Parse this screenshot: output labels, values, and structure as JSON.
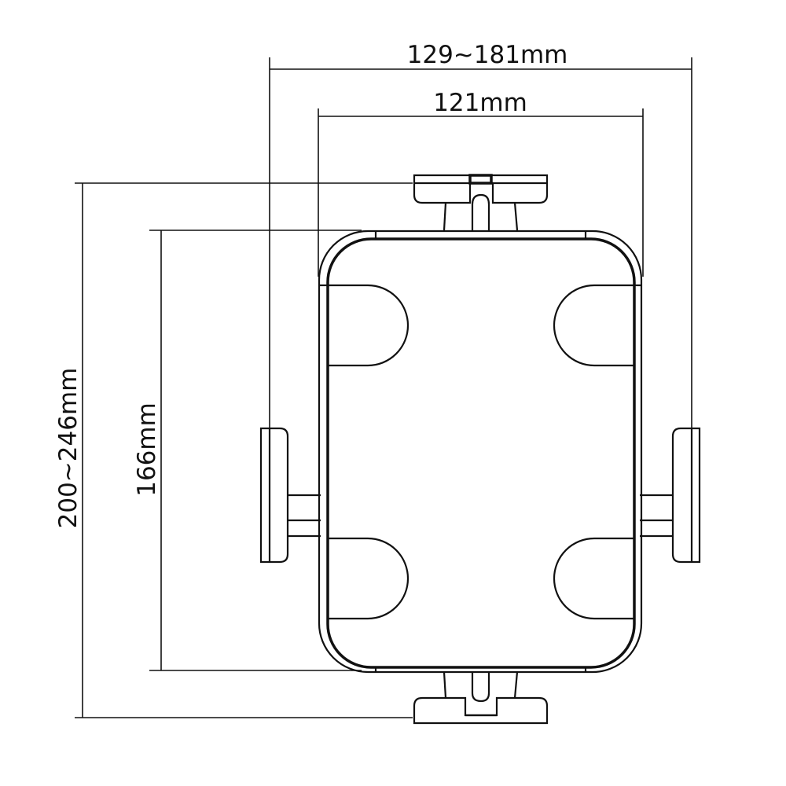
{
  "dimensions": {
    "outer_width": "129~181mm",
    "inner_width": "121mm",
    "outer_height": "200~246mm",
    "inner_height": "166mm"
  }
}
